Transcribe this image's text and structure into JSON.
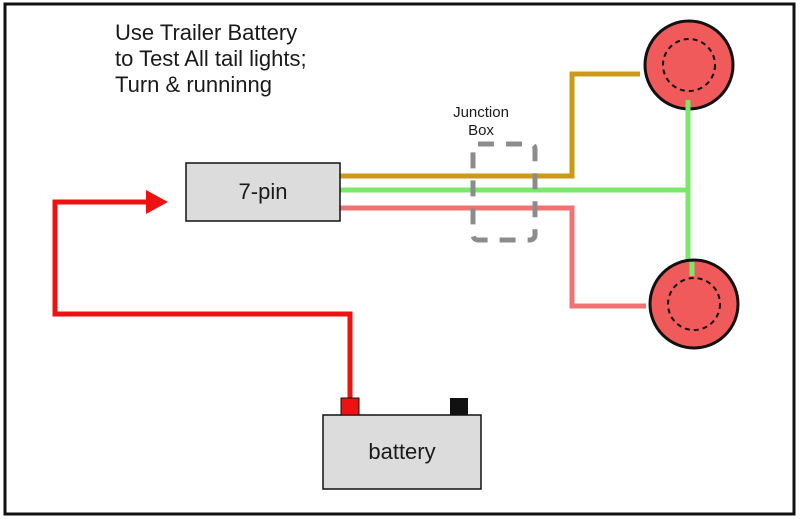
{
  "instructions": {
    "line1": "Use Trailer Battery",
    "line2": "to Test All tail lights;",
    "line3": "Turn & runninng"
  },
  "junction_box": {
    "line1": "Junction",
    "line2": "Box"
  },
  "connector": {
    "label": "7-pin"
  },
  "battery": {
    "label": "battery"
  },
  "colors": {
    "positive_wire": "#ee1111",
    "wire_gold": "#cc9a1a",
    "wire_green": "#7ae868",
    "wire_salmon": "#f07272",
    "lamp_fill": "#f05a5a",
    "terminal_negative": "#111111",
    "component_fill": "#dcdcdc",
    "junction_outline": "#8c8c8c"
  }
}
